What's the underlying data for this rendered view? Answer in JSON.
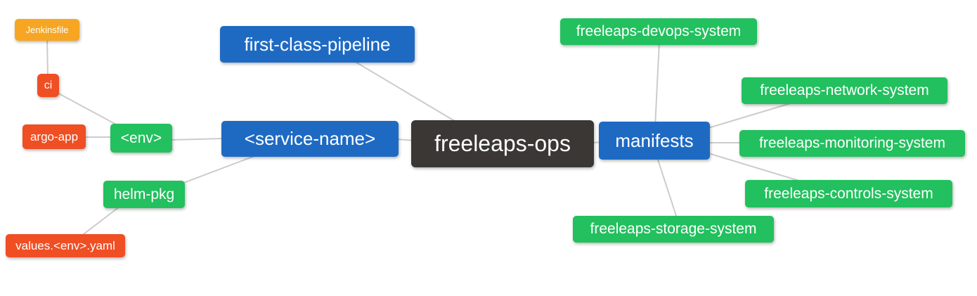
{
  "diagram": {
    "kind": "mindmap",
    "colors": {
      "background": "#ffffff",
      "edge": "#cccccc",
      "node_text": "#ffffff",
      "root_node": "#3b3734",
      "level1_node": "#1e6ac3",
      "level2_node": "#22c05e",
      "level3_node": "#f04e23",
      "level4_node": "#f6a623"
    },
    "nodes": {
      "root": {
        "label": "freeleaps-ops"
      },
      "first_class_pipeline": {
        "label": "first-class-pipeline"
      },
      "service_name": {
        "label": "<service-name>"
      },
      "manifests": {
        "label": "manifests"
      },
      "env": {
        "label": "<env>"
      },
      "helm_pkg": {
        "label": "helm-pkg"
      },
      "ci": {
        "label": "ci"
      },
      "argo_app": {
        "label": "argo-app"
      },
      "jenkinsfile": {
        "label": "Jenkinsfile"
      },
      "values_env_yaml": {
        "label": "values.<env>.yaml"
      },
      "devops_system": {
        "label": "freeleaps-devops-system"
      },
      "network_system": {
        "label": "freeleaps-network-system"
      },
      "monitoring_system": {
        "label": "freeleaps-monitoring-system"
      },
      "controls_system": {
        "label": "freeleaps-controls-system"
      },
      "storage_system": {
        "label": "freeleaps-storage-system"
      }
    },
    "edges": [
      {
        "from": "jenkinsfile",
        "to": "ci"
      },
      {
        "from": "ci",
        "to": "env"
      },
      {
        "from": "argo_app",
        "to": "env"
      },
      {
        "from": "env",
        "to": "service_name"
      },
      {
        "from": "helm_pkg",
        "to": "service_name"
      },
      {
        "from": "values_env_yaml",
        "to": "helm_pkg"
      },
      {
        "from": "first_class_pipeline",
        "to": "root"
      },
      {
        "from": "service_name",
        "to": "root"
      },
      {
        "from": "root",
        "to": "manifests"
      },
      {
        "from": "manifests",
        "to": "devops_system"
      },
      {
        "from": "manifests",
        "to": "network_system"
      },
      {
        "from": "manifests",
        "to": "monitoring_system"
      },
      {
        "from": "manifests",
        "to": "controls_system"
      },
      {
        "from": "manifests",
        "to": "storage_system"
      }
    ]
  }
}
